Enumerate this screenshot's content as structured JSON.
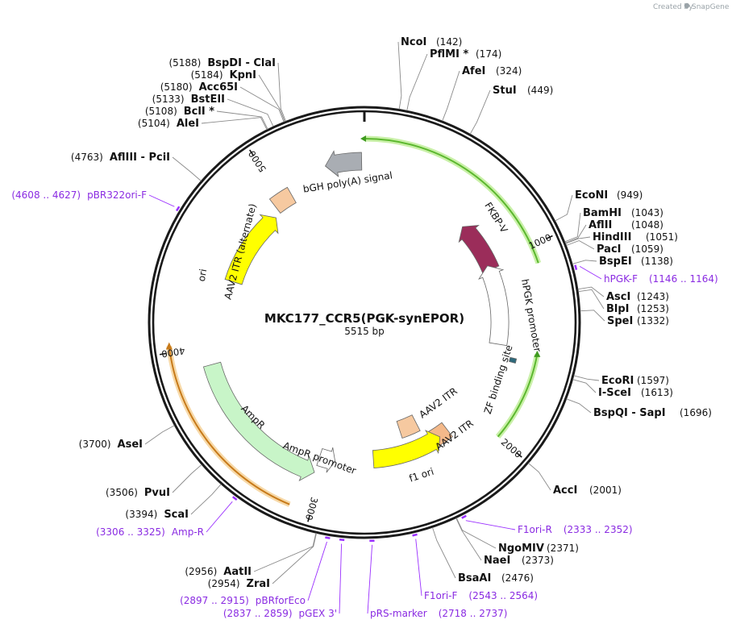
{
  "plasmid": {
    "name": "MKC177_CCR5(PGK-synEPOR)",
    "length_label": "5515 bp",
    "length": 5515
  },
  "credit": {
    "text": "Created by",
    "brand": "SnapGene"
  },
  "ticks": [
    {
      "pos": 1000,
      "label": "1000"
    },
    {
      "pos": 2000,
      "label": "2000"
    },
    {
      "pos": 3000,
      "label": "3000"
    },
    {
      "pos": 4000,
      "label": "4000"
    },
    {
      "pos": 5000,
      "label": "5000"
    }
  ],
  "features": [
    {
      "name": "bGH poly(A) signal",
      "start": 5500,
      "end": 5300,
      "type": "polyA",
      "color": "#a9adb3",
      "highlight": false,
      "strand": "rev"
    },
    {
      "name": "FKBP-V",
      "start": 1030,
      "end": 700,
      "type": "cds",
      "color": "#9b2d5a",
      "highlight": false,
      "strand": "rev"
    },
    {
      "name": "hPGK promoter",
      "start": 1520,
      "end": 1000,
      "type": "promoter",
      "color": "#ffffff",
      "highlight": false,
      "strand": "rev"
    },
    {
      "name": "ZF binding site",
      "start": 1585,
      "end": 1610,
      "type": "misc",
      "color": "#2e6a7c",
      "highlight": false,
      "strand": "none"
    },
    {
      "name": "AAV2 ITR",
      "start": 2340,
      "end": 2480,
      "type": "repeat",
      "color": "#f6c9a0",
      "highlight": false,
      "strand": "none"
    },
    {
      "name": "AAV2 ITR",
      "start": 2180,
      "end": 2290,
      "type": "repeat",
      "color": "#f4b98a",
      "highlight": false,
      "strand": "none"
    },
    {
      "name": "f1 ori",
      "start": 2245,
      "end": 2700,
      "type": "origin",
      "color": "#ffff00",
      "highlight": false,
      "strand": "rev"
    },
    {
      "name": "AmpR promoter",
      "start": 2940,
      "end": 3040,
      "type": "promoter",
      "color": "#ffffff",
      "highlight": false,
      "strand": "rev"
    },
    {
      "name": "AmpR",
      "start": 3040,
      "end": 3900,
      "type": "cds",
      "color": "#c8f5c8",
      "highlight": false,
      "strand": "rev"
    },
    {
      "name": "ori",
      "start": 4400,
      "end": 4900,
      "type": "origin",
      "color": "#ffff00",
      "highlight": false,
      "strand": "fwd"
    },
    {
      "name": "AAV2 ITR (alternate)",
      "start": 4940,
      "end": 5060,
      "type": "repeat",
      "color": "#f6c9a0",
      "highlight": false,
      "strand": "none"
    }
  ],
  "highlights": [
    {
      "start": 1090,
      "end": 5500,
      "type": "outer-green"
    },
    {
      "start": 2000,
      "end": 1540,
      "type": "mid-green"
    },
    {
      "start": 3100,
      "end": 4030,
      "type": "outer-orange"
    }
  ],
  "sites": [
    {
      "name": "NcoI",
      "pos_text": "(142)",
      "pos": 142,
      "side": "right"
    },
    {
      "name": "PflMI *",
      "pos_text": "(174)",
      "pos": 174,
      "side": "right"
    },
    {
      "name": "AfeI",
      "pos_text": "(324)",
      "pos": 324,
      "side": "right"
    },
    {
      "name": "StuI",
      "pos_text": "(449)",
      "pos": 449,
      "side": "right"
    },
    {
      "name": "EcoNI",
      "pos_text": "(949)",
      "pos": 949,
      "side": "right"
    },
    {
      "name": "BamHI",
      "pos_text": "(1043)",
      "pos": 1043,
      "side": "right"
    },
    {
      "name": "AflII",
      "pos_text": "(1048)",
      "pos": 1048,
      "side": "right"
    },
    {
      "name": "HindIII",
      "pos_text": "(1051)",
      "pos": 1051,
      "side": "right"
    },
    {
      "name": "PacI",
      "pos_text": "(1059)",
      "pos": 1059,
      "side": "right"
    },
    {
      "name": "BspEI",
      "pos_text": "(1138)",
      "pos": 1138,
      "side": "right"
    },
    {
      "name": "AscI",
      "pos_text": "(1243)",
      "pos": 1243,
      "side": "right"
    },
    {
      "name": "BlpI",
      "pos_text": "(1253)",
      "pos": 1253,
      "side": "right"
    },
    {
      "name": "SpeI",
      "pos_text": "(1332)",
      "pos": 1332,
      "side": "right"
    },
    {
      "name": "EcoRI",
      "pos_text": "(1597)",
      "pos": 1597,
      "side": "right"
    },
    {
      "name": "I-SceI",
      "pos_text": "(1613)",
      "pos": 1613,
      "side": "right"
    },
    {
      "name": "BspQI - SapI",
      "pos_text": "(1696)",
      "pos": 1696,
      "side": "right"
    },
    {
      "name": "AccI",
      "pos_text": "(2001)",
      "pos": 2001,
      "side": "right"
    },
    {
      "name": "NgoMIV",
      "pos_text": "(2371)",
      "pos": 2371,
      "side": "right"
    },
    {
      "name": "NaeI",
      "pos_text": "(2373)",
      "pos": 2373,
      "side": "right"
    },
    {
      "name": "BsaAI",
      "pos_text": "(2476)",
      "pos": 2476,
      "side": "right"
    },
    {
      "name": "AatII",
      "pos_text": "(2956)",
      "pos": 2956,
      "side": "left"
    },
    {
      "name": "ZraI",
      "pos_text": "(2954)",
      "pos": 2954,
      "side": "left"
    },
    {
      "name": "ScaI",
      "pos_text": "(3394)",
      "pos": 3394,
      "side": "left"
    },
    {
      "name": "PvuI",
      "pos_text": "(3506)",
      "pos": 3506,
      "side": "left"
    },
    {
      "name": "AseI",
      "pos_text": "(3700)",
      "pos": 3700,
      "side": "left"
    },
    {
      "name": "AflIII - PciI",
      "pos_text": "(4763)",
      "pos": 4763,
      "side": "left"
    },
    {
      "name": "AleI",
      "pos_text": "(5104)",
      "pos": 5104,
      "side": "left"
    },
    {
      "name": "BclI *",
      "pos_text": "(5108)",
      "pos": 5108,
      "side": "left"
    },
    {
      "name": "BstEII",
      "pos_text": "(5133)",
      "pos": 5133,
      "side": "left"
    },
    {
      "name": "Acc65I",
      "pos_text": "(5180)",
      "pos": 5180,
      "side": "left"
    },
    {
      "name": "KpnI",
      "pos_text": "(5184)",
      "pos": 5184,
      "side": "left"
    },
    {
      "name": "BspDI - ClaI",
      "pos_text": "(5188)",
      "pos": 5188,
      "side": "left"
    }
  ],
  "primers": [
    {
      "name": "hPGK-F",
      "pos_text": "(1146 .. 1164)",
      "pos": 1155,
      "side": "right"
    },
    {
      "name": "F1ori-R",
      "pos_text": "(2333 .. 2352)",
      "pos": 2342,
      "side": "right"
    },
    {
      "name": "F1ori-F",
      "pos_text": "(2543 .. 2564)",
      "pos": 2553,
      "side": "right"
    },
    {
      "name": "pRS-marker",
      "pos_text": "(2718 .. 2737)",
      "pos": 2727,
      "side": "right"
    },
    {
      "name": "pGEX 3'",
      "pos_text": "(2837 .. 2859)",
      "pos": 2848,
      "side": "left"
    },
    {
      "name": "pBRforEco",
      "pos_text": "(2897 .. 2915)",
      "pos": 2906,
      "side": "left"
    },
    {
      "name": "Amp-R",
      "pos_text": "(3306 .. 3325)",
      "pos": 3315,
      "side": "left"
    },
    {
      "name": "pBR322ori-F",
      "pos_text": "(4608 .. 4627)",
      "pos": 4617,
      "side": "left"
    }
  ]
}
